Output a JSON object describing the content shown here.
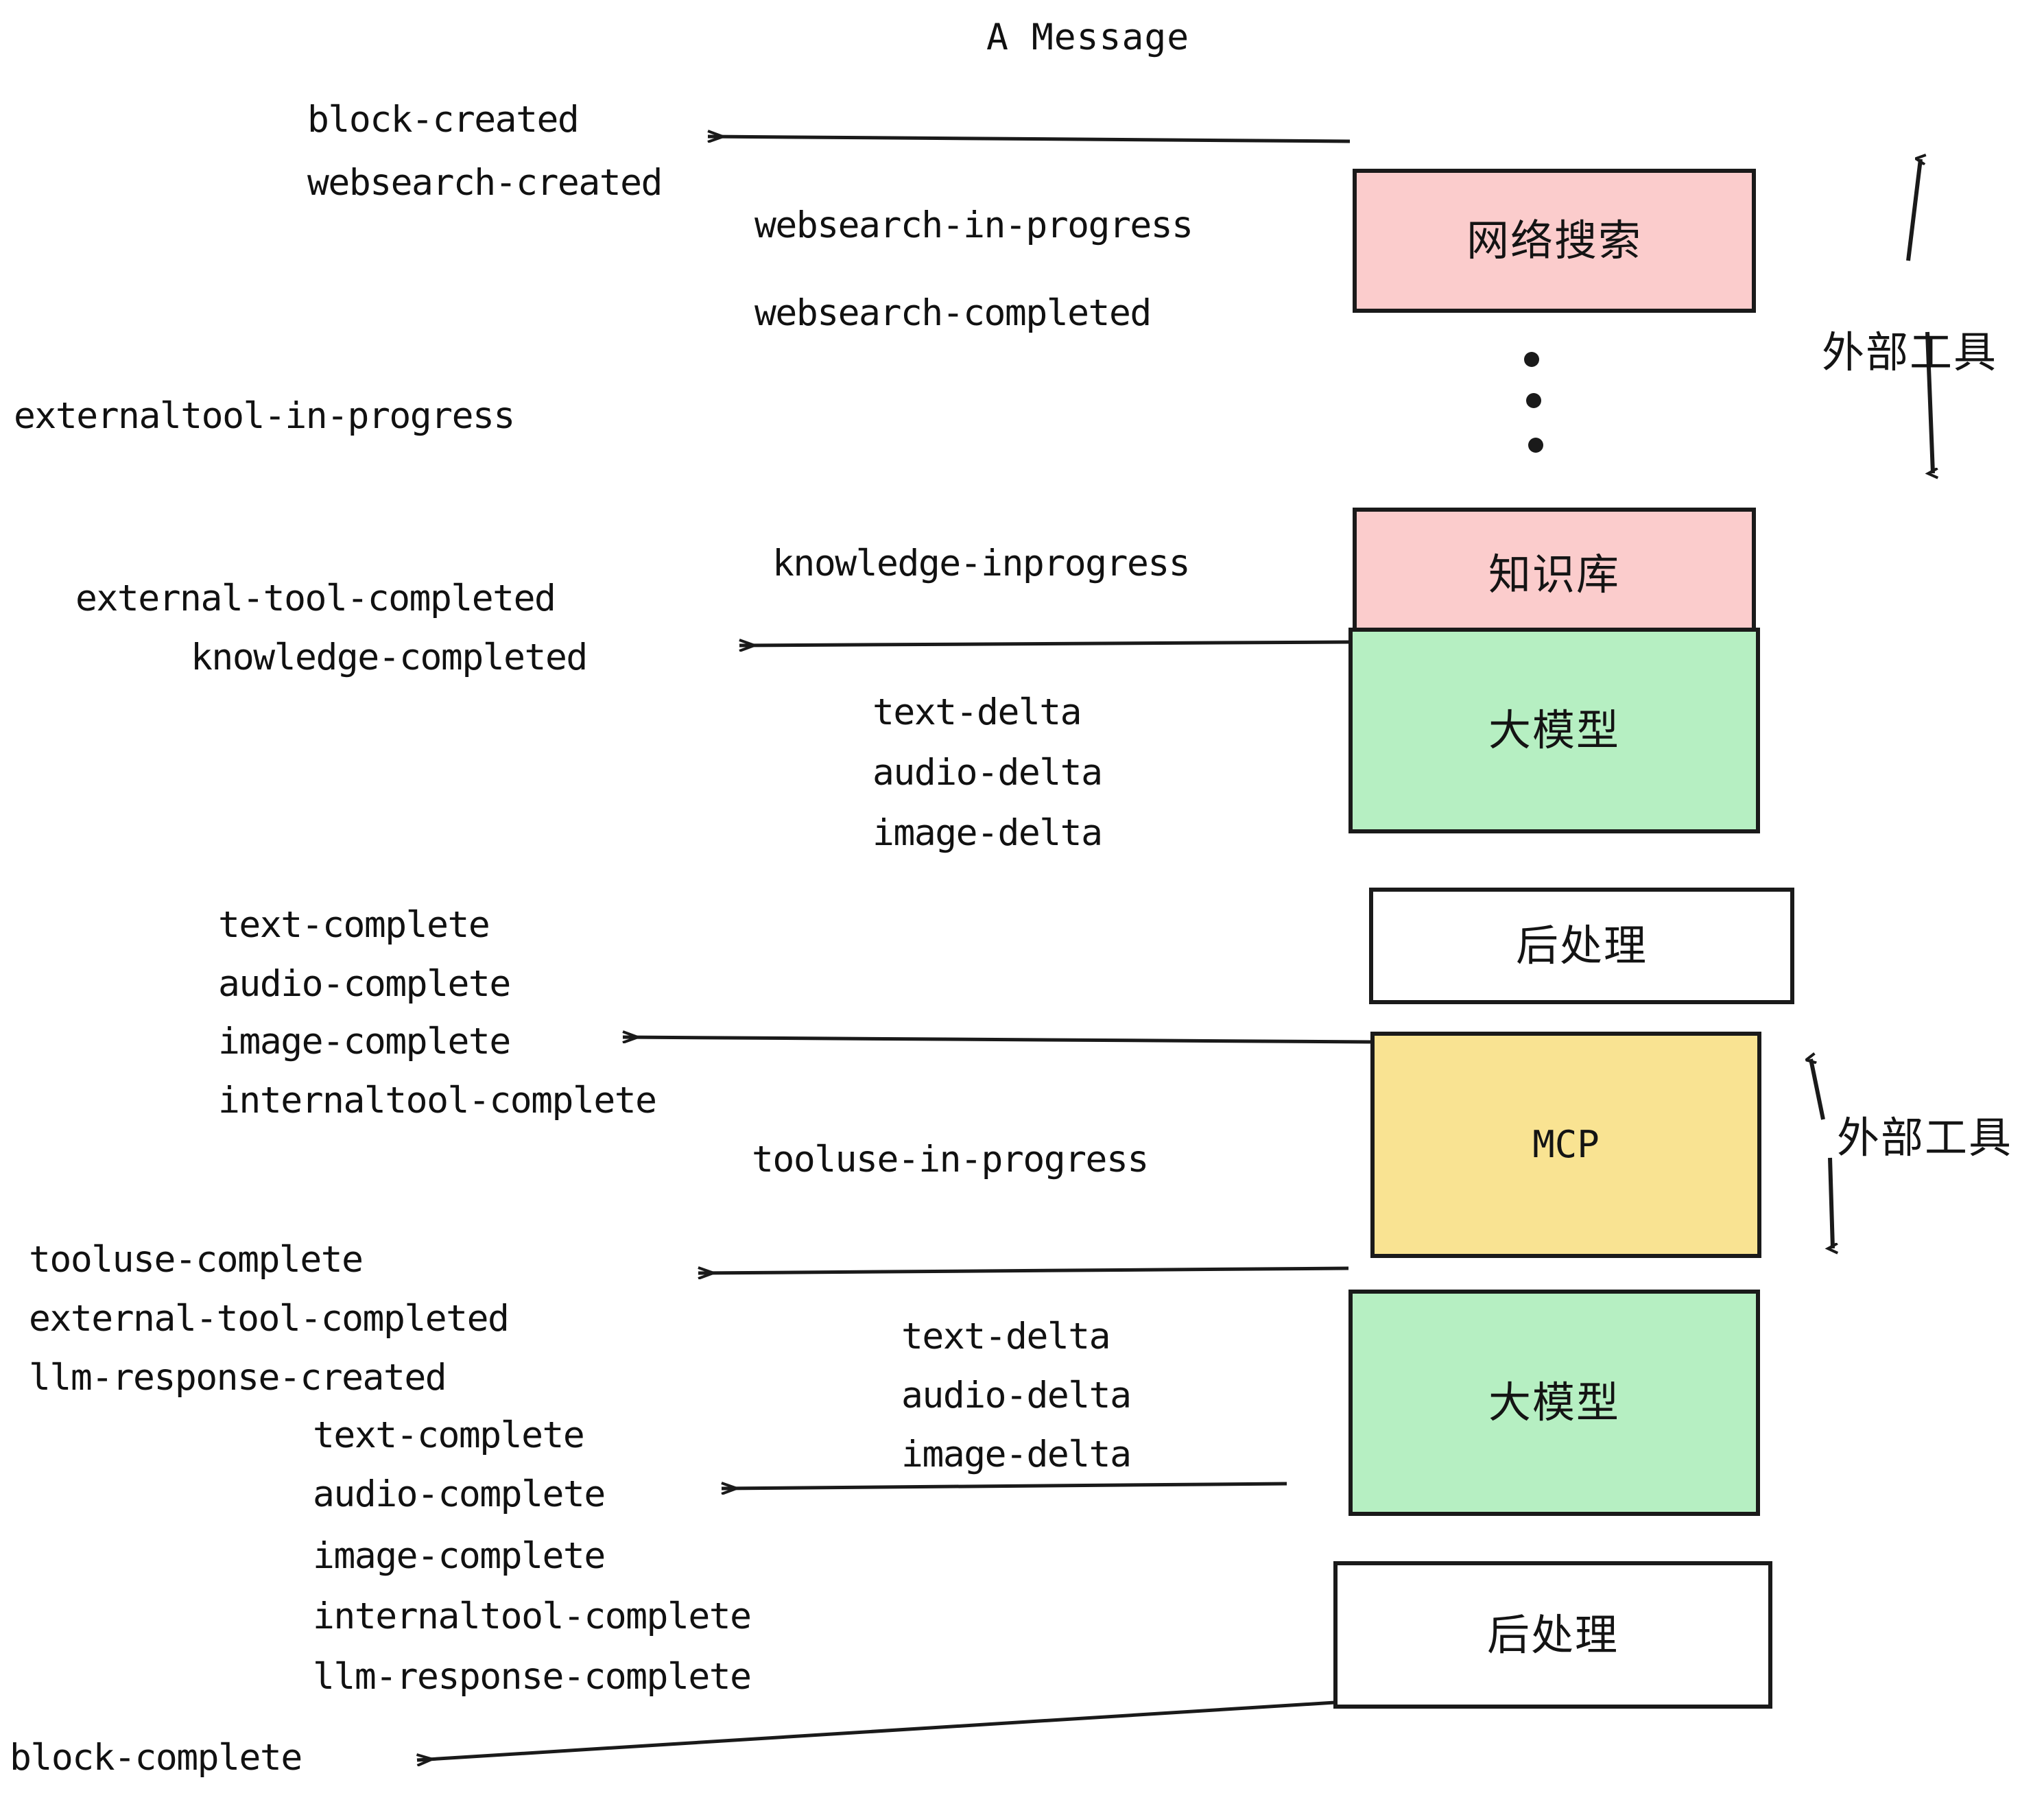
{
  "title": "A Message",
  "colors": {
    "pink": "#fbcccc",
    "green": "#b6efc2",
    "yellow": "#f9e392",
    "white": "#ffffff",
    "stroke": "#1a1a1a",
    "text": "#111111"
  },
  "nodes": [
    {
      "id": "websearch",
      "label": "网络搜索",
      "fill": "pink"
    },
    {
      "id": "knowledge",
      "label": "知识库",
      "fill": "pink"
    },
    {
      "id": "llm-1",
      "label": "大模型",
      "fill": "green"
    },
    {
      "id": "postprocess-1",
      "label": "后处理",
      "fill": "white"
    },
    {
      "id": "mcp",
      "label": "MCP",
      "fill": "yellow"
    },
    {
      "id": "llm-2",
      "label": "大模型",
      "fill": "green"
    },
    {
      "id": "postprocess-2",
      "label": "后处理",
      "fill": "white"
    }
  ],
  "side_labels": [
    {
      "id": "external-tools-top",
      "label": "外部工具"
    },
    {
      "id": "external-tools-bottom",
      "label": "外部工具"
    }
  ],
  "events": [
    {
      "id": "e1",
      "text": "block-created"
    },
    {
      "id": "e2",
      "text": "websearch-created"
    },
    {
      "id": "e3",
      "text": "websearch-in-progress"
    },
    {
      "id": "e4",
      "text": "websearch-completed"
    },
    {
      "id": "e5",
      "text": "externaltool-in-progress"
    },
    {
      "id": "e6",
      "text": "knowledge-inprogress"
    },
    {
      "id": "e7",
      "text": "external-tool-completed"
    },
    {
      "id": "e8",
      "text": "knowledge-completed"
    },
    {
      "id": "e9",
      "text": "text-delta"
    },
    {
      "id": "e10",
      "text": "audio-delta"
    },
    {
      "id": "e11",
      "text": "image-delta"
    },
    {
      "id": "e12",
      "text": "text-complete"
    },
    {
      "id": "e13",
      "text": "audio-complete"
    },
    {
      "id": "e14",
      "text": "image-complete"
    },
    {
      "id": "e15",
      "text": "internaltool-complete"
    },
    {
      "id": "e16",
      "text": "tooluse-in-progress"
    },
    {
      "id": "e17",
      "text": "tooluse-complete"
    },
    {
      "id": "e18",
      "text": "external-tool-completed"
    },
    {
      "id": "e19",
      "text": "llm-response-created"
    },
    {
      "id": "e20",
      "text": "text-complete"
    },
    {
      "id": "e21",
      "text": "audio-complete"
    },
    {
      "id": "e22",
      "text": "image-complete"
    },
    {
      "id": "e23",
      "text": "internaltool-complete"
    },
    {
      "id": "e24",
      "text": "llm-response-complete"
    },
    {
      "id": "e25",
      "text": "text-delta"
    },
    {
      "id": "e26",
      "text": "audio-delta"
    },
    {
      "id": "e27",
      "text": "image-delta"
    },
    {
      "id": "e28",
      "text": "block-complete"
    }
  ],
  "ellipsis_dots": 3
}
